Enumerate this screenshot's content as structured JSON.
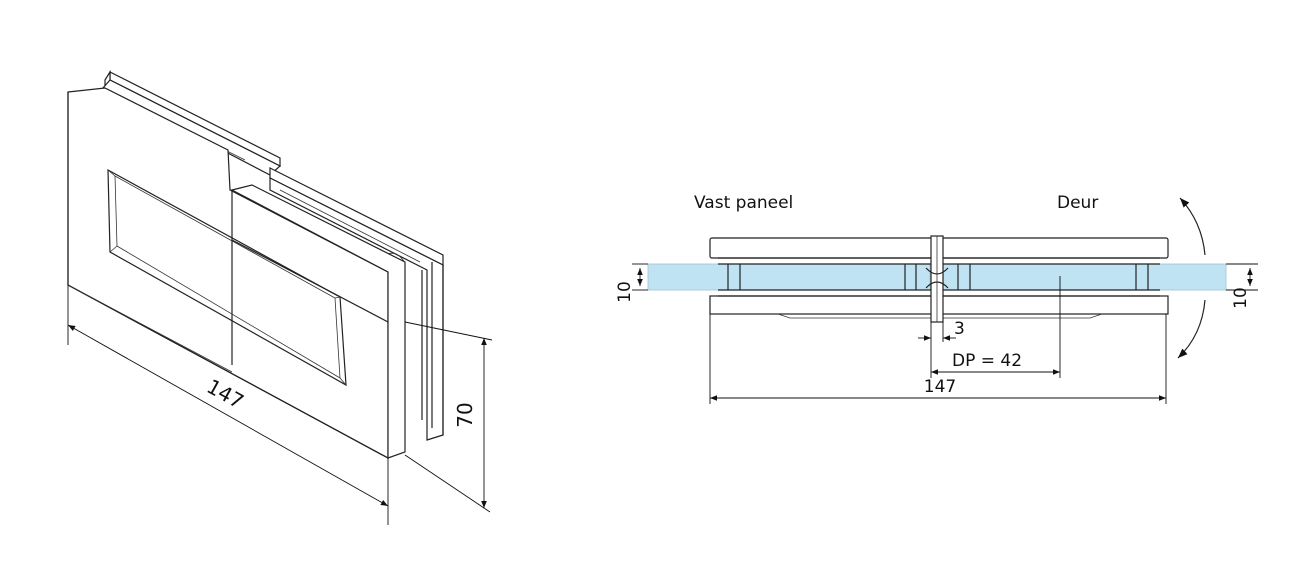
{
  "iso_view": {
    "dim_width": "147",
    "dim_height": "70"
  },
  "section_view": {
    "label_fixed_panel": "Vast paneel",
    "label_door": "Deur",
    "dim_glass_left": "10",
    "dim_glass_right": "10",
    "dim_gap": "3",
    "dim_pivot": "DP = 42",
    "dim_width": "147"
  },
  "colors": {
    "glass": "#bfe3f2",
    "line": "#222222"
  }
}
